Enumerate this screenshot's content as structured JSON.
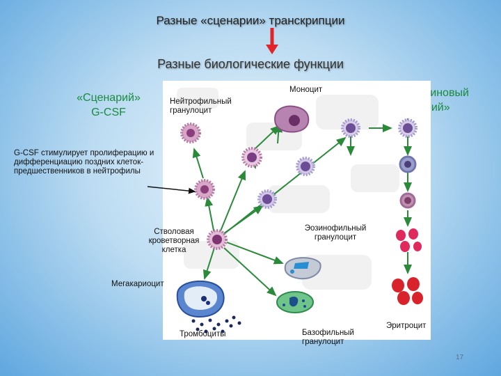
{
  "title": "Разные «сценарии» транскрипции",
  "subtitle": "Разные биологические функции",
  "scenario_gcsf": "«Сценарий» G-CSF",
  "scenario_epo": "Эритропоэтиновый «сценарий»",
  "labels": {
    "neutrophil": "Нейтрофильный гранулоцит",
    "monocyte": "Моноцит",
    "gcsf_note": "G-CSF стимулирует пролиферацию и дифференциацию поздних клеток-предшественников в нейтрофилы",
    "stem_cell": "Стволовая кроветворная клетка",
    "eosinophil": "Эозинофильный гранулоцит",
    "megakaryocyte": "Мегакариоцит",
    "platelets": "Тромбоциты",
    "basophil": "Базофильный гранулоцит",
    "erythrocyte": "Эритроцит"
  },
  "page_number": "17",
  "colors": {
    "title_arrow": "#e0242a",
    "green_arrow": "#2a8a3a",
    "scenario_text": "#1a8a3f",
    "cell_purple": "#9a4f86",
    "rbc": "#d9234b"
  }
}
